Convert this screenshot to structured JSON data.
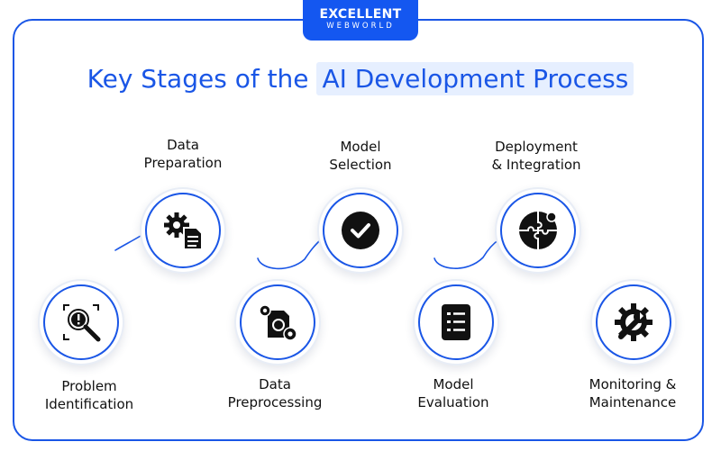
{
  "brand": {
    "line1": "EXCELLENT",
    "line2": "WEBWORLD"
  },
  "title": {
    "prefix": "Key Stages of the ",
    "highlight": "AI Development Process"
  },
  "stages": [
    {
      "line1": "Problem",
      "line2": "Identification",
      "icon": "search-warning-icon"
    },
    {
      "line1": "Data",
      "line2": "Preparation",
      "icon": "gear-document-icon"
    },
    {
      "line1": "Data",
      "line2": "Preprocessing",
      "icon": "document-gears-icon"
    },
    {
      "line1": "Model",
      "line2": "Selection",
      "icon": "check-circle-icon"
    },
    {
      "line1": "Model",
      "line2": "Evaluation",
      "icon": "checklist-icon"
    },
    {
      "line1": "Deployment",
      "line2": "& Integration",
      "icon": "puzzle-icon"
    },
    {
      "line1": "Monitoring &",
      "line2": "Maintenance",
      "icon": "wrench-gear-icon"
    }
  ],
  "colors": {
    "accent": "#1a56e6",
    "highlight_bg": "#e6efff",
    "text": "#111111"
  }
}
